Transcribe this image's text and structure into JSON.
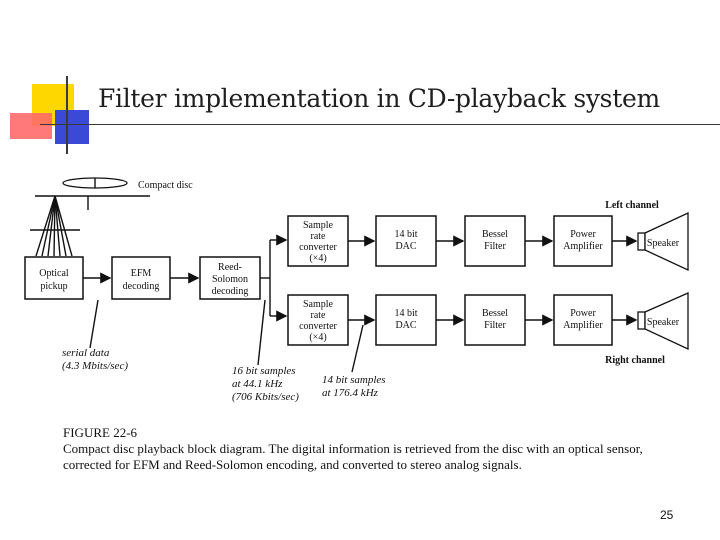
{
  "slide": {
    "title": "Filter implementation in CD-playback system",
    "page_number": "25"
  },
  "diagram": {
    "disc_label": "Compact disc",
    "optical_pickup": [
      "Optical",
      "pickup"
    ],
    "efm": [
      "EFM",
      "decoding"
    ],
    "reed_solomon": [
      "Reed-",
      "Solomon",
      "decoding"
    ],
    "src_top": [
      "Sample",
      "rate",
      "converter",
      "(×4)"
    ],
    "src_bottom": [
      "Sample",
      "rate",
      "converter",
      "(×4)"
    ],
    "dac_top": [
      "14 bit",
      "DAC"
    ],
    "dac_bottom": [
      "14 bit",
      "DAC"
    ],
    "bessel_top": [
      "Bessel",
      "Filter"
    ],
    "bessel_bottom": [
      "Bessel",
      "Filter"
    ],
    "amp_top": [
      "Power",
      "Amplifier"
    ],
    "amp_bottom": [
      "Power",
      "Amplifier"
    ],
    "speaker_top": "Speaker",
    "speaker_bottom": "Speaker",
    "left_channel": "Left channel",
    "right_channel": "Right channel",
    "serial_data": [
      "serial data",
      "(4.3 Mbits/sec)"
    ],
    "samples_16": [
      "16 bit samples",
      "at 44.1 kHz",
      "(706 Kbits/sec)"
    ],
    "samples_14": [
      "14 bit samples",
      "at 176.4 kHz"
    ]
  },
  "caption": {
    "figure_label": "FIGURE 22-6",
    "text": "Compact disc playback block diagram.  The digital information is retrieved from the disc with an optical sensor, corrected for EFM and Reed-Solomon encoding, and converted to stereo analog signals."
  },
  "colors": {
    "deco_yellow": "#ffd700",
    "deco_red": "#ff4040",
    "deco_blue": "#3a49d6",
    "deco_line": "#3a3a3a"
  }
}
